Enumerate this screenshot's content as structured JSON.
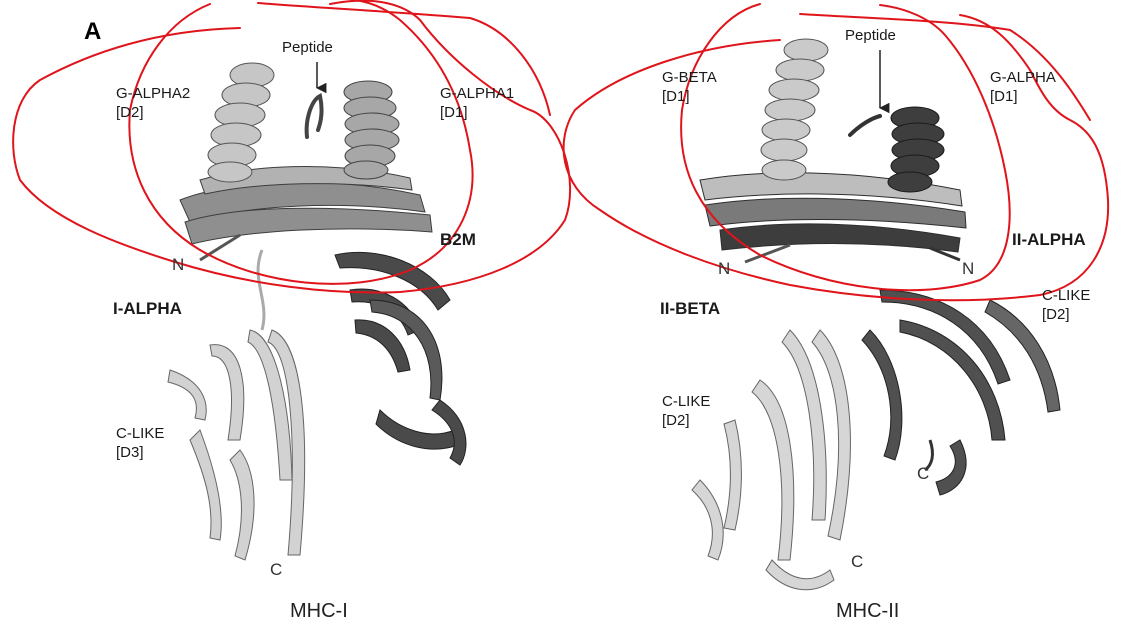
{
  "panel_letter": "A",
  "colors": {
    "annotation_red": "#e0141b",
    "light_ribbon": "#c9c9c9",
    "mid_ribbon": "#8c8c8c",
    "dark_ribbon": "#4a4a4a",
    "label_text": "#1a1a1a"
  },
  "left": {
    "title": "MHC-I",
    "peptide_label": "Peptide",
    "domains": {
      "g_alpha2": {
        "name": "G-ALPHA2",
        "tag": "[D2]"
      },
      "g_alpha1": {
        "name": "G-ALPHA1",
        "tag": "[D1]"
      },
      "c_like": {
        "name": "C-LIKE",
        "tag": "[D3]"
      }
    },
    "chain_labels": {
      "b2m": "B2M",
      "i_alpha": "I-ALPHA"
    },
    "termini": {
      "n": "N",
      "c": "C"
    }
  },
  "right": {
    "title": "MHC-II",
    "peptide_label": "Peptide",
    "domains": {
      "g_beta": {
        "name": "G-BETA",
        "tag": "[D1]"
      },
      "g_alpha": {
        "name": "G-ALPHA",
        "tag": "[D1]"
      },
      "c_like_alpha": {
        "name": "C-LIKE",
        "tag": "[D2]"
      },
      "c_like_beta": {
        "name": "C-LIKE",
        "tag": "[D2]"
      }
    },
    "chain_labels": {
      "ii_alpha": "II-ALPHA",
      "ii_beta": "II-BETA"
    },
    "termini": {
      "n_left": "N",
      "n_right": "N",
      "c": "C",
      "c_bottom": "C"
    }
  }
}
